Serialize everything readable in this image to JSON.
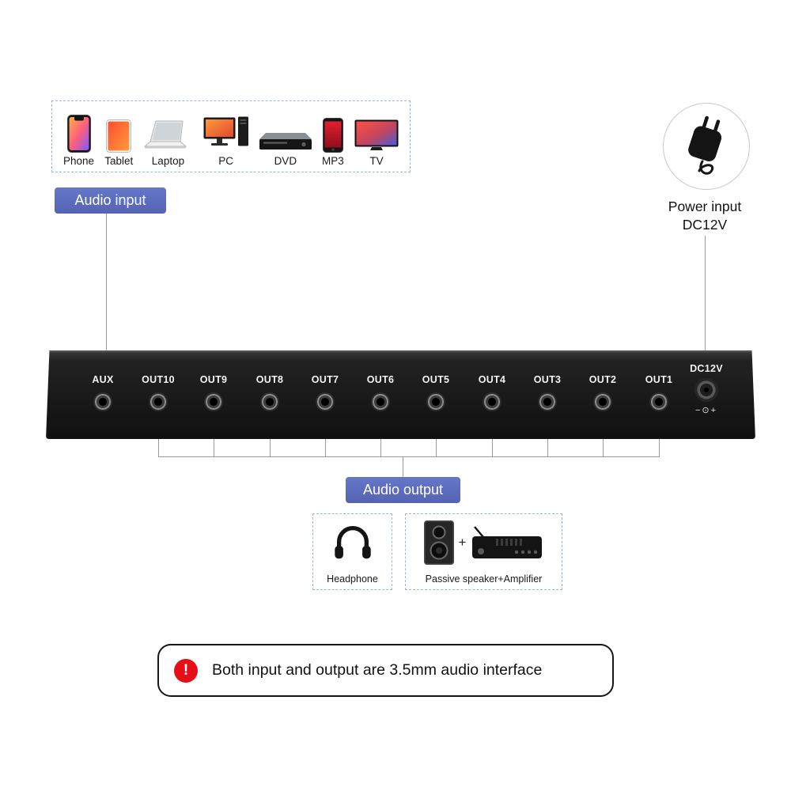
{
  "colors": {
    "badge_bg": "#5b6abe",
    "badge_text": "#ffffff",
    "panel_bg": "#1a1a1a",
    "connector_line": "#9a9a9a",
    "dashed_border": "#9db4e0",
    "alert_red": "#e60f17"
  },
  "input_box": {
    "items": [
      {
        "label": "Phone",
        "icon": "phone-icon"
      },
      {
        "label": "Tablet",
        "icon": "tablet-icon"
      },
      {
        "label": "Laptop",
        "icon": "laptop-icon"
      },
      {
        "label": "PC",
        "icon": "pc-icon"
      },
      {
        "label": "DVD",
        "icon": "dvd-icon"
      },
      {
        "label": "MP3",
        "icon": "mp3-icon"
      },
      {
        "label": "TV",
        "icon": "tv-icon"
      }
    ]
  },
  "badges": {
    "audio_input": "Audio input",
    "audio_output": "Audio output"
  },
  "power": {
    "label_line1": "Power input",
    "label_line2": "DC12V"
  },
  "panel": {
    "ports": [
      {
        "label": "AUX"
      },
      {
        "label": "OUT10"
      },
      {
        "label": "OUT9"
      },
      {
        "label": "OUT8"
      },
      {
        "label": "OUT7"
      },
      {
        "label": "OUT6"
      },
      {
        "label": "OUT5"
      },
      {
        "label": "OUT4"
      },
      {
        "label": "OUT3"
      },
      {
        "label": "OUT2"
      },
      {
        "label": "OUT1"
      }
    ],
    "dc_port": {
      "label": "DC12V",
      "polarity": "−⊙+"
    }
  },
  "output_box": {
    "headphone": {
      "label": "Headphone"
    },
    "speaker_amp": {
      "label": "Passive speaker+Amplifier",
      "plus": "+"
    }
  },
  "notice": {
    "icon_glyph": "!",
    "text": "Both input and output are 3.5mm audio interface"
  }
}
